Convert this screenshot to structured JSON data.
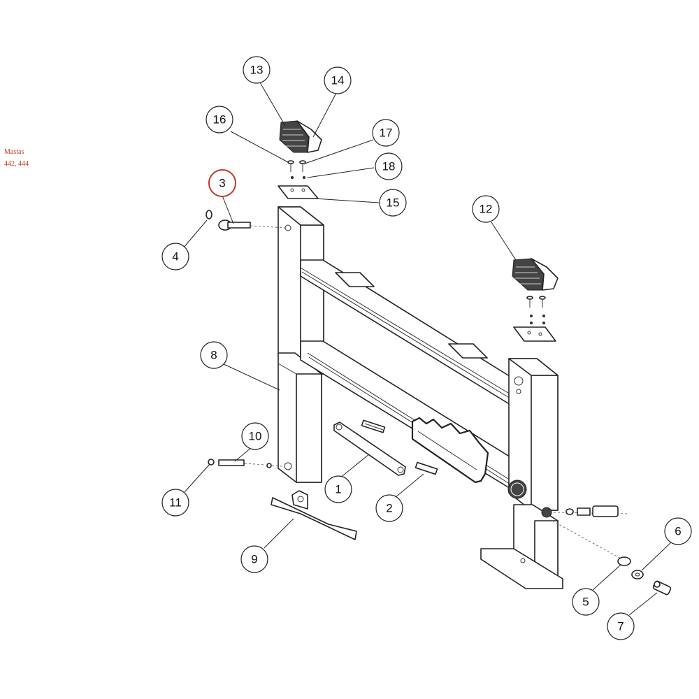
{
  "note": {
    "line1": "Mastas",
    "line2": "442, 444"
  },
  "callouts": [
    {
      "id": "c13",
      "label": "13"
    },
    {
      "id": "c14",
      "label": "14"
    },
    {
      "id": "c16",
      "label": "16"
    },
    {
      "id": "c17",
      "label": "17"
    },
    {
      "id": "c18",
      "label": "18"
    },
    {
      "id": "c3",
      "label": "3",
      "highlight": true
    },
    {
      "id": "c15",
      "label": "15"
    },
    {
      "id": "c12",
      "label": "12"
    },
    {
      "id": "c4",
      "label": "4"
    },
    {
      "id": "c8",
      "label": "8"
    },
    {
      "id": "c10",
      "label": "10"
    },
    {
      "id": "c11",
      "label": "11"
    },
    {
      "id": "c1",
      "label": "1"
    },
    {
      "id": "c2",
      "label": "2"
    },
    {
      "id": "c9",
      "label": "9"
    },
    {
      "id": "c6",
      "label": "6"
    },
    {
      "id": "c5",
      "label": "5"
    },
    {
      "id": "c7",
      "label": "7"
    }
  ],
  "colors": {
    "highlight": "#c0392b",
    "line": "#222222"
  }
}
